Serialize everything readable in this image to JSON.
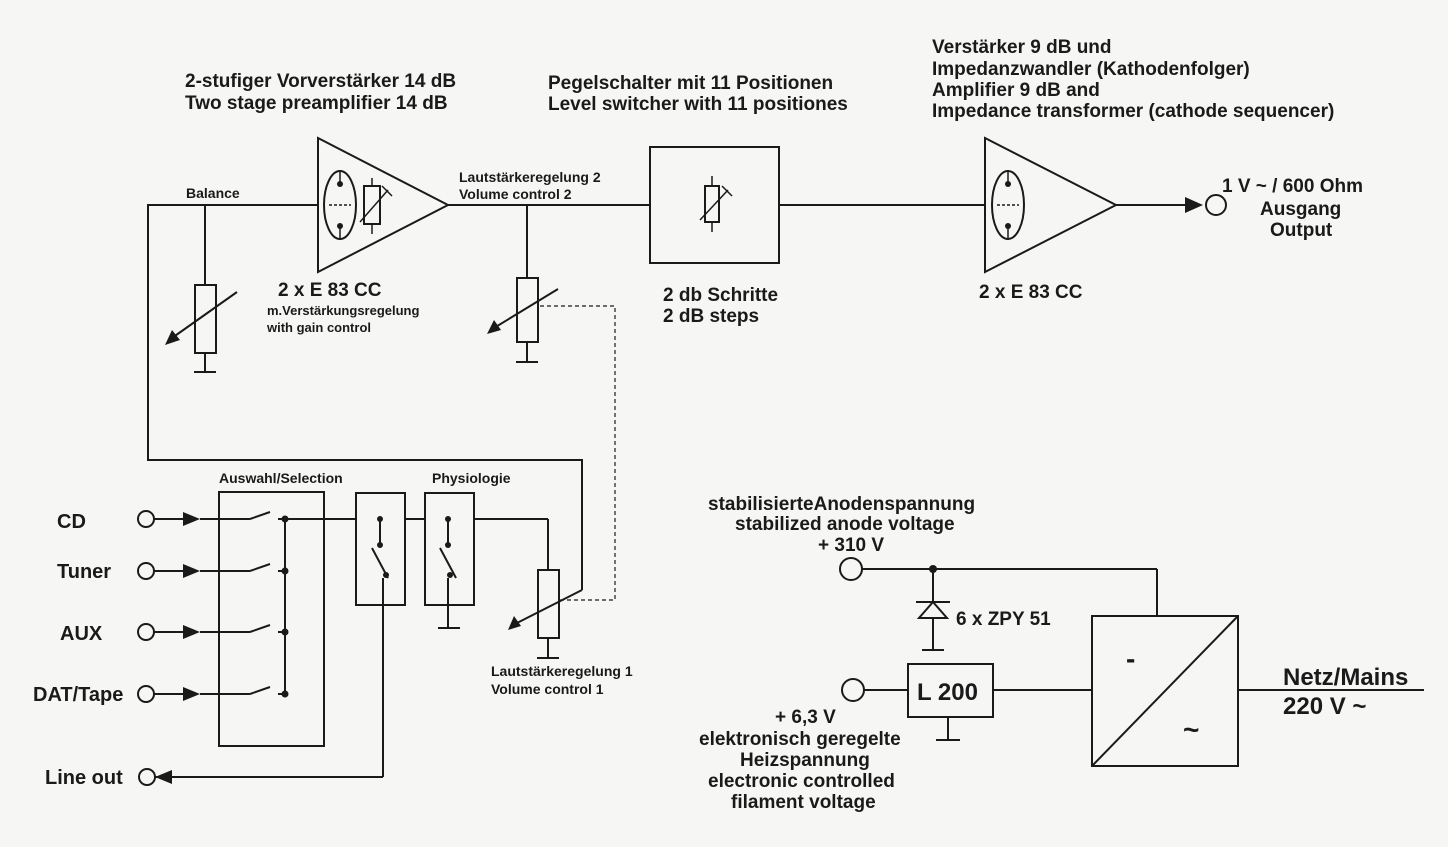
{
  "preamp": {
    "title_de": "2-stufiger Vorverstärker 14 dB",
    "title_en": "Two stage preamplifier 14 dB",
    "tube": "2 x E 83 CC",
    "gain_de": "m.Verstärkungsregelung",
    "gain_en": "with gain control"
  },
  "balance_label": "Balance",
  "volume2": {
    "de": "Lautstärkeregelung 2",
    "en": "Volume control 2"
  },
  "level_switch": {
    "title_de": "Pegelschalter mit 11 Positionen",
    "title_en": "Level switcher with 11 positiones",
    "steps_de": "2 db  Schritte",
    "steps_en": "2 dB steps"
  },
  "output_amp": {
    "line1": "Verstärker 9 dB und",
    "line2": "Impedanzwandler (Kathodenfolger)",
    "line3": "Amplifier 9 dB and",
    "line4": "Impedance transformer (cathode sequencer)",
    "tube": "2 x E 83 CC"
  },
  "output": {
    "spec": "1 V ~ / 600 Ohm",
    "de": "Ausgang",
    "en": "Output"
  },
  "selection_label": "Auswahl/Selection",
  "physiologie_label": "Physiologie",
  "inputs": [
    "CD",
    "Tuner",
    "AUX",
    "DAT/Tape"
  ],
  "line_out": "Line out",
  "volume1": {
    "de": "Lautstärkeregelung 1",
    "en": "Volume control 1"
  },
  "anode": {
    "de": "stabilisierteAnodenspannung",
    "en": "stabilized anode voltage",
    "voltage": "+ 310 V",
    "zener": "6 x ZPY 51"
  },
  "regulator": "L 200",
  "filament": {
    "voltage": "+ 6,3 V",
    "line1": "elektronisch geregelte",
    "line2": "Heizspannung",
    "line3": "electronic controlled",
    "line4": "filament voltage"
  },
  "psu": {
    "minus": "-",
    "tilde": "~"
  },
  "mains": {
    "label": "Netz/Mains",
    "voltage": "220 V ~"
  }
}
